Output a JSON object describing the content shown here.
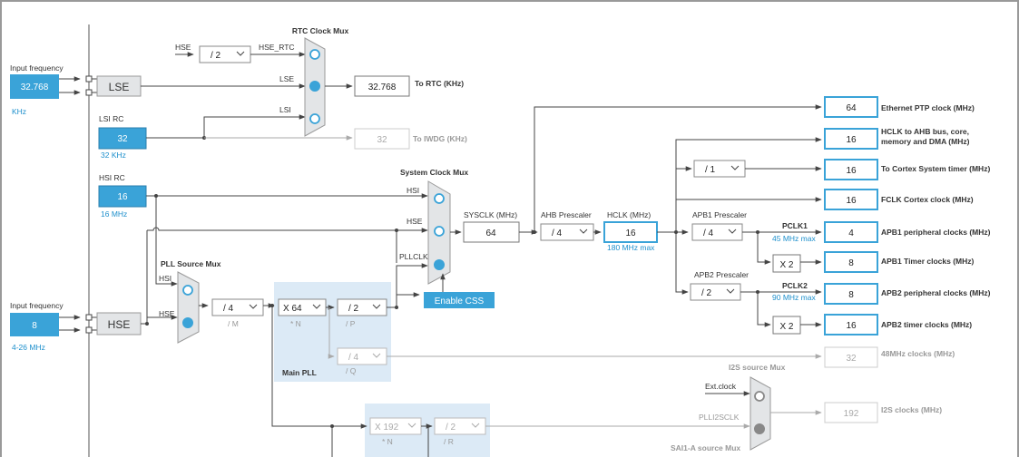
{
  "colors": {
    "accent": "#3aa3d8",
    "blue_text": "#1d8fcc",
    "panel": "#dceaf6",
    "gray": "#aaaaaa"
  },
  "lse": {
    "label": "Input frequency",
    "value": "32.768",
    "unit": "KHz",
    "block": "LSE"
  },
  "hse": {
    "label": "Input frequency",
    "value": "8",
    "range": "4-26 MHz",
    "block": "HSE"
  },
  "lsi": {
    "label": "LSI RC",
    "value": "32",
    "unit": "32 KHz"
  },
  "hsi": {
    "label": "HSI RC",
    "value": "16",
    "unit": "16 MHz"
  },
  "rtc": {
    "title": "RTC Clock Mux",
    "hse": "HSE",
    "hse_rtc": "HSE_RTC",
    "div": "/ 2",
    "lse": "LSE",
    "lsi": "LSI",
    "out_value": "32.768",
    "out_label": "To RTC (KHz)",
    "iwdg_value": "32",
    "iwdg_label": "To IWDG (KHz)"
  },
  "pll_mux": {
    "title": "PLL Source Mux",
    "hsi": "HSI",
    "hse": "HSE"
  },
  "pll": {
    "m": "/ 4",
    "m_label": "/ M",
    "n": "X 64",
    "n_label": "* N",
    "p": "/ 2",
    "p_label": "/ P",
    "q": "/ 4",
    "q_label": "/ Q",
    "title": "Main PLL"
  },
  "sys_mux": {
    "title": "System Clock Mux",
    "hsi": "HSI",
    "hse": "HSE",
    "pllclk": "PLLCLK"
  },
  "sysclk": {
    "label": "SYSCLK (MHz)",
    "value": "64"
  },
  "ahb": {
    "label": "AHB Prescaler",
    "value": "/ 4"
  },
  "hclk": {
    "label": "HCLK (MHz)",
    "value": "16",
    "max": "180 MHz max"
  },
  "css": {
    "label": "Enable CSS"
  },
  "apb1": {
    "label": "APB1 Prescaler",
    "value": "/ 4",
    "pclk": "PCLK1",
    "max": "45 MHz max",
    "timer_mult": "X 2"
  },
  "apb2": {
    "label": "APB2 Prescaler",
    "value": "/ 2",
    "pclk": "PCLK2",
    "max": "90 MHz max",
    "timer_mult": "X 2"
  },
  "cortex_div": "/ 1",
  "outputs": [
    {
      "value": "64",
      "label": "Ethernet PTP clock (MHz)",
      "label2": ""
    },
    {
      "value": "16",
      "label": "HCLK to AHB bus, core,",
      "label2": "memory and DMA (MHz)"
    },
    {
      "value": "16",
      "label": "To Cortex System timer (MHz)",
      "label2": ""
    },
    {
      "value": "16",
      "label": "FCLK Cortex clock (MHz)",
      "label2": ""
    },
    {
      "value": "4",
      "label": "APB1 peripheral clocks (MHz)",
      "label2": ""
    },
    {
      "value": "8",
      "label": "APB1 Timer clocks (MHz)",
      "label2": ""
    },
    {
      "value": "8",
      "label": "APB2 peripheral clocks (MHz)",
      "label2": ""
    },
    {
      "value": "16",
      "label": "APB2 timer clocks (MHz)",
      "label2": ""
    },
    {
      "value": "32",
      "label": "48MHz clocks (MHz)",
      "label2": ""
    }
  ],
  "i2s": {
    "title": "I2S source Mux",
    "ext": "Ext.clock",
    "plli2s": "PLLI2SCLK",
    "value": "192",
    "label": "I2S clocks (MHz)"
  },
  "plli2s": {
    "n": "X 192",
    "n_label": "* N",
    "r": "/ 2",
    "r_label": "/ R"
  },
  "sai": {
    "title": "SAI1-A source Mux"
  }
}
